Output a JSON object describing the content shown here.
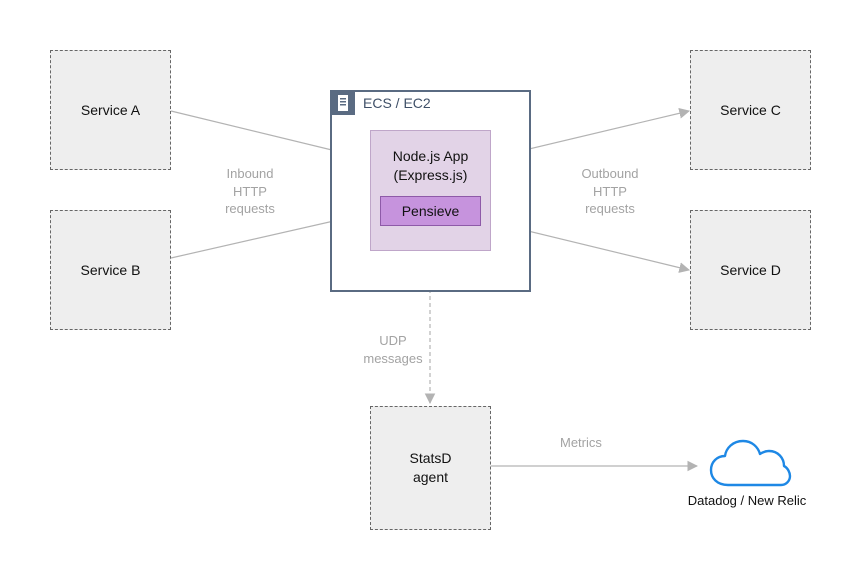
{
  "services": {
    "a": "Service A",
    "b": "Service B",
    "c": "Service C",
    "d": "Service D"
  },
  "host": {
    "title": "ECS / EC2",
    "icon": "server-icon"
  },
  "app": {
    "line1": "Node.js App",
    "line2": "(Express.js)",
    "plugin": "Pensieve"
  },
  "labels": {
    "inbound": [
      "Inbound",
      "HTTP",
      "requests"
    ],
    "outbound": [
      "Outbound",
      "HTTP",
      "requests"
    ],
    "udp": [
      "UDP",
      "messages"
    ],
    "metrics": "Metrics"
  },
  "statsd": [
    "StatsD",
    "agent"
  ],
  "destination": {
    "label": "Datadog / New Relic",
    "icon": "cloud-icon"
  },
  "colors": {
    "edge": "#b3b3b3",
    "cloud": "#1e88e5",
    "app_fill": "#e2d3e7",
    "plugin_fill": "#c693dd",
    "host_border": "#5a6b82"
  }
}
